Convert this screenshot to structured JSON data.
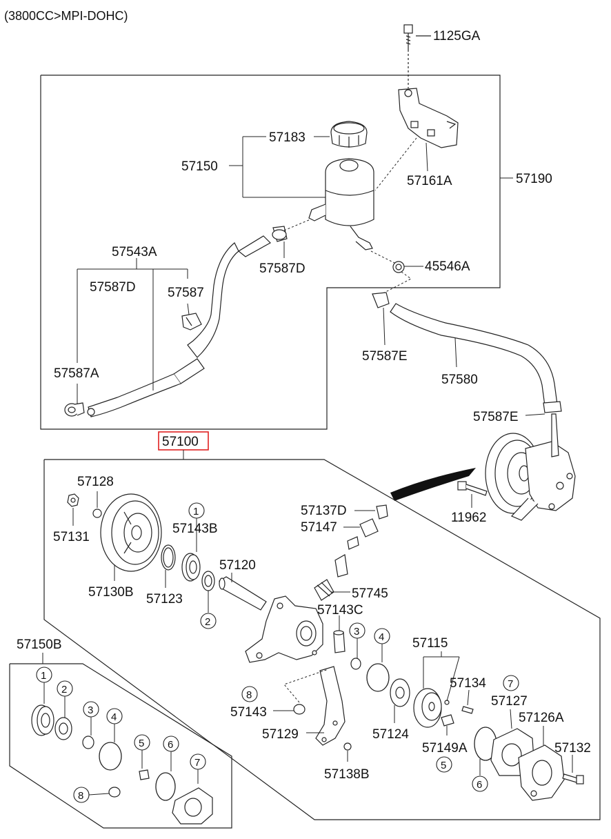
{
  "header": "(3800CC>MPI-DOHC)",
  "labels": {
    "p1125GA": "1125GA",
    "p57183": "57183",
    "p57150": "57150",
    "p57161A": "57161A",
    "p57190": "57190",
    "p57543A": "57543A",
    "p57587D_a": "57587D",
    "p57587D_b": "57587D",
    "p57587": "57587",
    "p45546A": "45546A",
    "p57587E_a": "57587E",
    "p57580": "57580",
    "p57587A": "57587A",
    "p57587E_b": "57587E",
    "p11962": "11962",
    "p57128": "57128",
    "p57131": "57131",
    "p57143B": "57143B",
    "p57120": "57120",
    "p57137D": "57137D",
    "p57147": "57147",
    "p57130B": "57130B",
    "p57123": "57123",
    "p57745": "57745",
    "p57143C": "57143C",
    "p57150B": "57150B",
    "p57115": "57115",
    "p57134": "57134",
    "p57127": "57127",
    "p57126A": "57126A",
    "p57132": "57132",
    "p57143": "57143",
    "p57129": "57129",
    "p57124": "57124",
    "p57149A": "57149A",
    "p57138B": "57138B"
  },
  "highlight": {
    "label": "57100",
    "color": "#e02020"
  },
  "markers": {
    "m1_top": "1",
    "m2_top": "2",
    "m3_mid": "3",
    "m4_mid": "4",
    "m8_mid": "8",
    "m7_mid": "7",
    "m5_mid": "5",
    "m6_mid": "6",
    "k1": "1",
    "k2": "2",
    "k3": "3",
    "k4": "4",
    "k5": "5",
    "k6": "6",
    "k7": "7",
    "k8": "8"
  }
}
